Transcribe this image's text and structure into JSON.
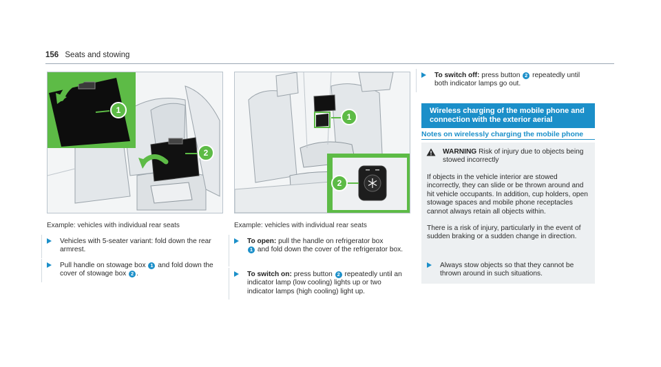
{
  "page": {
    "number": "156",
    "section": "Seats and stowing"
  },
  "figure1": {
    "caption": "Example: vehicles with individual rear seats",
    "callout1": "1",
    "callout2": "2"
  },
  "figure2": {
    "caption": "Example: vehicles with individual rear seats",
    "callout1": "1",
    "callout2": "2"
  },
  "column1": {
    "steps": [
      {
        "text": "Vehicles with 5-seater variant: fold down the rear armrest."
      },
      {
        "text_a": "Pull handle on stowage box",
        "ref1": "1",
        "text_b": "and fold down the cover of stowage box",
        "ref2": "2",
        "text_c": "."
      }
    ]
  },
  "column2": {
    "steps": [
      {
        "label": "To open:",
        "text_a": "pull the handle on refrigerator box",
        "ref": "1",
        "text_b": "and fold down the cover of the refrigerator box."
      },
      {
        "label": "To switch on:",
        "text_a": "press button",
        "ref": "2",
        "text_b": "repeatedly until an indicator lamp (low cooling) lights up or two indicator lamps (high cooling) light up."
      }
    ]
  },
  "column3": {
    "step": {
      "label": "To switch off:",
      "text_a": "press button",
      "ref": "2",
      "text_b": "repeatedly until both indicator lamps go out."
    },
    "banner": "Wireless charging of the mobile phone and connection with the exterior aerial",
    "subheading": "Notes on wirelessly charging the mobile phone",
    "warning": {
      "label": "WARNING",
      "text": "Risk of injury due to objects being stowed incorrectly",
      "para1": "If objects in the vehicle interior are stowed incorrectly, they can slide or be thrown around and hit vehicle occupants. In addition, cup holders, open stowage spaces and mobile phone receptacles cannot always retain all objects within.",
      "para2": "There is a risk of injury, particularly in the event of sudden braking or a sudden change in direction.",
      "step": "Always stow objects so that they cannot be thrown around in such situations."
    }
  },
  "colors": {
    "accent": "#1b8fc9",
    "warning_bg": "#edf0f2",
    "highlight": "#5dbb46"
  },
  "icons": {
    "step_marker": "triangle-right-icon",
    "warning": "warning-triangle-icon",
    "snowflake": "snowflake-icon"
  }
}
